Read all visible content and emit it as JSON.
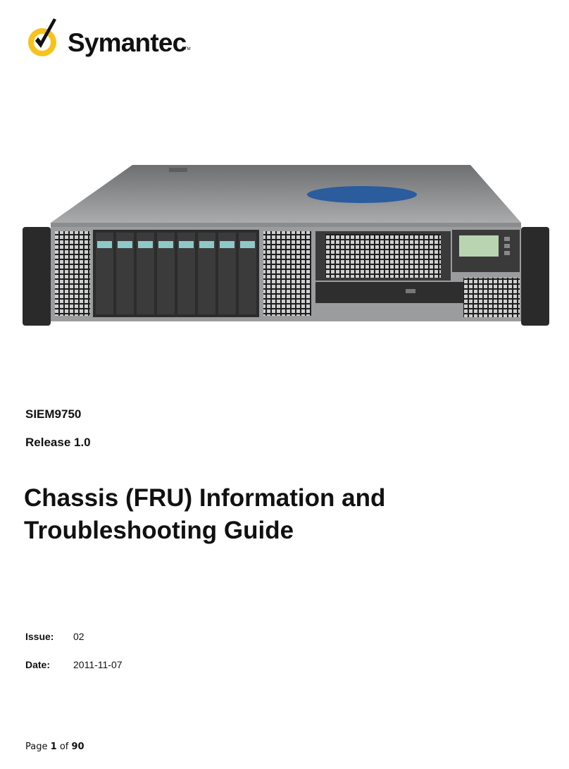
{
  "logo": {
    "wordmark": "Symantec",
    "trademark": "TM",
    "icon": "checkmark-circle-icon"
  },
  "hero_image": {
    "subject": "rack-server-image"
  },
  "document": {
    "product": "SIEM9750",
    "release": "Release 1.0",
    "title_line1": "Chassis (FRU) Information and",
    "title_line2": "Troubleshooting Guide"
  },
  "meta": {
    "issue_label": "Issue:",
    "issue_value": "02",
    "date_label": "Date:",
    "date_value": "2011-11-07"
  },
  "footer": {
    "page_word": "Page",
    "page_number": "1",
    "of_word": "of",
    "total_pages": "90"
  },
  "colors": {
    "logo_yellow": "#F7C21C",
    "text": "#111111"
  }
}
